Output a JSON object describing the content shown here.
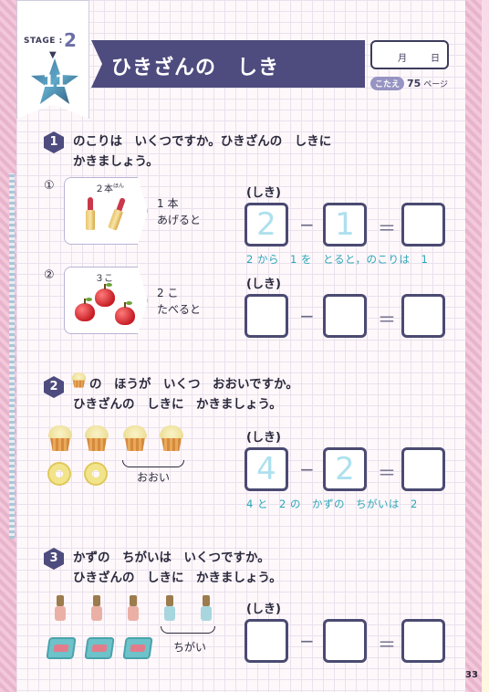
{
  "header": {
    "stage_label": "STAGE",
    "stage_sep": ":",
    "stage_number": "2",
    "lesson_number": "11",
    "title": "ひきざんの　しき",
    "date": {
      "month": "月",
      "day": "日"
    },
    "answer_pill": "こたえ",
    "answer_page": "75",
    "answer_page_unit": "ページ"
  },
  "q1": {
    "badge": "1",
    "text_line1": "のこりは　いくつですか。ひきざんの　しきに",
    "text_line2": "かきましょう。",
    "items": [
      {
        "num": "①",
        "count": "２本",
        "ruby": "ほん",
        "label_line1": "1 本",
        "label_line2": "あげると",
        "shiki": "(しき)",
        "box1": "2",
        "box2": "1",
        "box3": "",
        "op1": "−",
        "op2": "＝",
        "hint": "2 から　1 を　とると，のこりは　1"
      },
      {
        "num": "②",
        "count": "３こ",
        "label_line1": "2 こ",
        "label_line2": "たべると",
        "shiki": "(しき)",
        "box1": "",
        "box2": "",
        "box3": "",
        "op1": "−",
        "op2": "＝",
        "hint": ""
      }
    ]
  },
  "q2": {
    "badge": "2",
    "text_line1": "の　ほうが　いくつ　おおいですか。",
    "text_line2": "ひきざんの　しきに　かきましょう。",
    "brace_label": "おおい",
    "shiki": "(しき)",
    "box1": "4",
    "box2": "2",
    "box3": "",
    "op1": "−",
    "op2": "＝",
    "hint": "4 と　2 の　かずの　ちがいは　2"
  },
  "q3": {
    "badge": "3",
    "text_line1": "かずの　ちがいは　いくつですか。",
    "text_line2": "ひきざんの　しきに　かきましょう。",
    "brace_label": "ちがい",
    "shiki": "(しき)",
    "box1": "",
    "box2": "",
    "box3": "",
    "op1": "−",
    "op2": "＝"
  },
  "footer": {
    "page_number": "33"
  },
  "colors": {
    "accent": "#4e4b7e",
    "hint": "#2aa6b8",
    "guide_digit": "#aee0ee"
  }
}
